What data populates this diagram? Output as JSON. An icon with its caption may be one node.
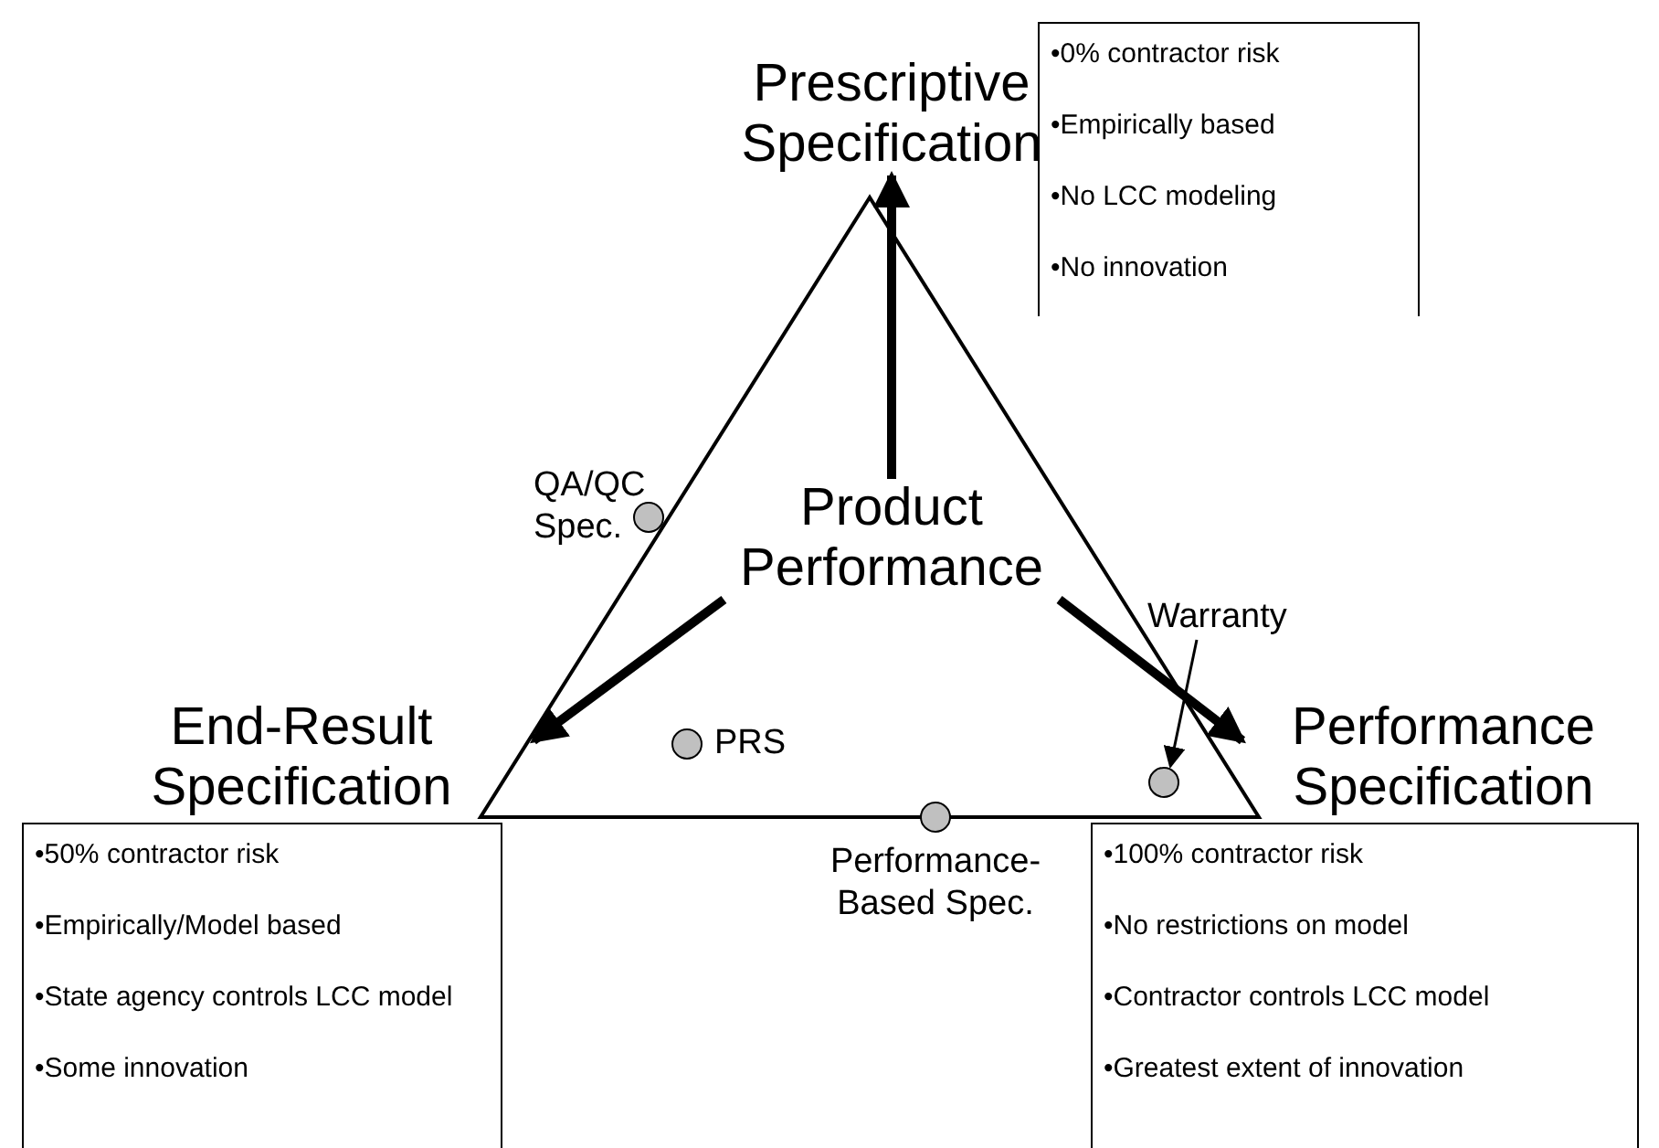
{
  "diagram": {
    "nodes": [
      {
        "text": [
          "Prescriptive Specification"
        ]
      },
      {
        "text": [
          "•0% contractor risk",
          "•Empirically based",
          "•No LCC modeling",
          "•No innovation"
        ]
      },
      {
        "text": [],
        "shape": "triangle"
      },
      {
        "text": [],
        "shape": "circle",
        "beside": [
          "QA/QC Spec."
        ]
      },
      {
        "text": [
          "Product Performance"
        ],
        "in": 2
      },
      {
        "text": [
          "Warranty"
        ]
      },
      {
        "text": [
          "End-Result Specification"
        ]
      },
      {
        "text": [],
        "shape": "circle",
        "beside": [
          "PRS"
        ],
        "in": 2
      },
      {
        "text": [
          "Performance Specification"
        ]
      },
      {
        "text": [],
        "shape": "circle",
        "in": 2
      },
      {
        "text": [],
        "shape": "circle",
        "beside": [
          "Performance-Based Spec."
        ]
      },
      {
        "text": [
          "•50% contractor risk",
          "•Empirically/Model based",
          "•State agency controls LCC model",
          "•Some innovation"
        ]
      },
      {
        "text": [
          "•100% contractor risk",
          "•No restrictions on model",
          "•Contractor controls LCC model",
          "•Greatest extent of innovation"
        ]
      }
    ],
    "edges": [
      {
        "from": 4,
        "to": 0,
        "arrow": "to"
      },
      {
        "from": 4,
        "to": 6,
        "arrow": "to"
      },
      {
        "from": 4,
        "to": 8,
        "arrow": "to"
      },
      {
        "from": 5,
        "to": 9,
        "arrow": "to"
      }
    ]
  }
}
